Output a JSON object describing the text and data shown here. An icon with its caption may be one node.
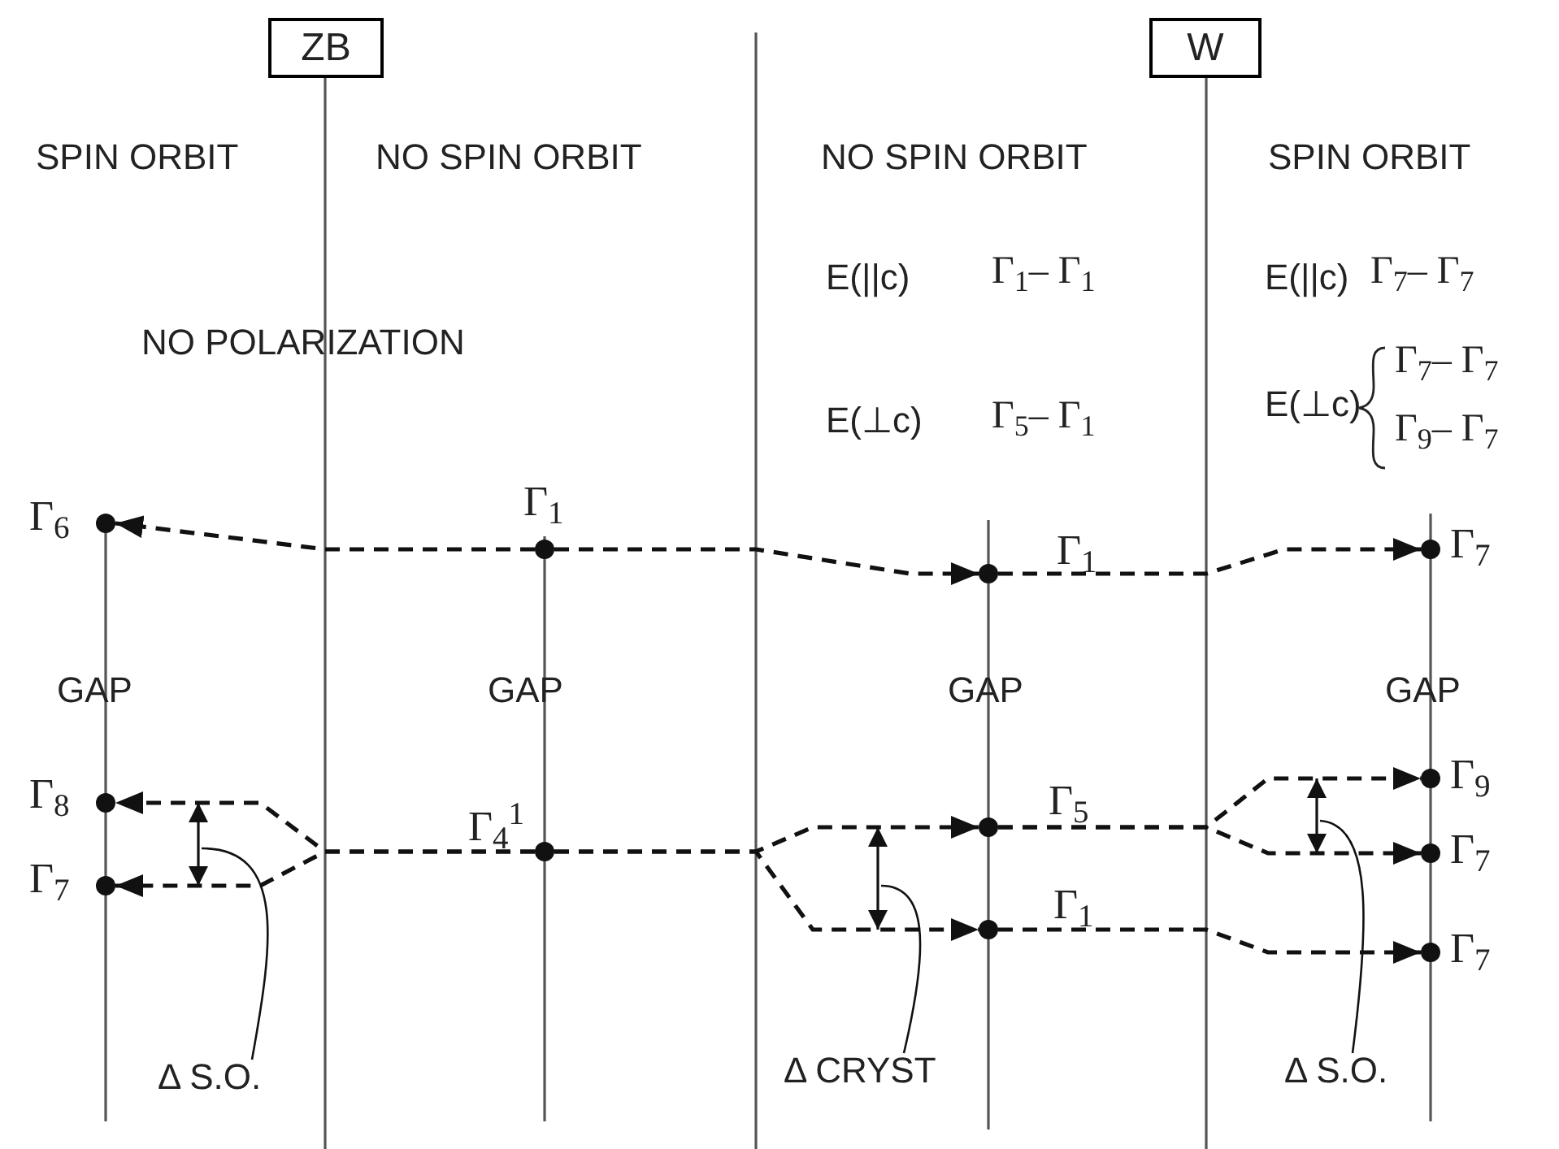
{
  "diagram": {
    "nodes": [
      {
        "text": [
          "ZB"
        ]
      },
      {
        "text": [
          "W"
        ]
      },
      {
        "text": [],
        "shape": "circle",
        "beside": [
          "Γ$_{6}$"
        ]
      },
      {
        "text": [],
        "shape": "circle",
        "beside": [
          "Γ$_{8}$"
        ]
      },
      {
        "text": [],
        "shape": "circle",
        "beside": [
          "Γ$_{7}$"
        ]
      },
      {
        "text": [],
        "shape": "circle",
        "beside": [
          "Γ$_{1}$"
        ]
      },
      {
        "text": [],
        "shape": "circle",
        "beside": [
          "Γ$_{4}$$^{1}$"
        ]
      },
      {
        "text": [],
        "shape": "circle",
        "beside": [
          "Γ$_{1}$"
        ]
      },
      {
        "text": [],
        "shape": "circle",
        "beside": [
          "Γ$_{5}$"
        ]
      },
      {
        "text": [],
        "shape": "circle",
        "beside": [
          "Γ$_{1}$"
        ]
      },
      {
        "text": [],
        "shape": "circle",
        "beside": [
          "Γ$_{7}$"
        ]
      },
      {
        "text": [],
        "shape": "circle",
        "beside": [
          "Γ$_{9}$"
        ]
      },
      {
        "text": [],
        "shape": "circle",
        "beside": [
          "Γ$_{7}$"
        ]
      },
      {
        "text": [],
        "shape": "circle",
        "beside": [
          "Γ$_{7}$"
        ]
      },
      {
        "text": [
          "Δ S.O."
        ]
      },
      {
        "text": [
          "Δ CRYST"
        ]
      },
      {
        "text": [
          "Δ S.O."
        ]
      }
    ],
    "edges": [
      {
        "from": 5,
        "to": 2,
        "arrow": "to",
        "style": "dashed"
      },
      {
        "from": 6,
        "to": 3,
        "arrow": "to",
        "style": "dashed"
      },
      {
        "from": 6,
        "to": 4,
        "arrow": "to",
        "style": "dashed"
      },
      {
        "from": 5,
        "to": 7,
        "arrow": "to",
        "style": "dashed"
      },
      {
        "from": 6,
        "to": 8,
        "arrow": "to",
        "style": "dashed"
      },
      {
        "from": 6,
        "to": 9,
        "arrow": "to",
        "style": "dashed"
      },
      {
        "from": 7,
        "to": 10,
        "arrow": "to",
        "style": "dashed"
      },
      {
        "from": 8,
        "to": 11,
        "arrow": "to",
        "style": "dashed"
      },
      {
        "from": 8,
        "to": 12,
        "arrow": "to",
        "style": "dashed"
      },
      {
        "from": 9,
        "to": 13,
        "arrow": "to",
        "style": "dashed"
      },
      {
        "from": 14,
        "to": null,
        "arrow": "none"
      },
      {
        "from": 15,
        "to": null,
        "arrow": "none"
      },
      {
        "from": 16,
        "to": null,
        "arrow": "none"
      }
    ],
    "labels": [
      "SPIN ORBIT",
      "NO SPIN ORBIT",
      "NO SPIN ORBIT",
      "SPIN ORBIT",
      "E(||c)",
      "Γ$_{1}$– Γ$_{1}$",
      "E(||c)",
      "Γ$_{7}$– Γ$_{7}$",
      "NO POLARIZATION",
      "Γ$_{7}$– Γ$_{7}$",
      "E(⊥c)",
      "E(⊥c)",
      "Γ$_{5}$– Γ$_{1}$",
      "Γ$_{9}$– Γ$_{7}$",
      "GAP",
      "GAP",
      "GAP",
      "GAP"
    ]
  }
}
